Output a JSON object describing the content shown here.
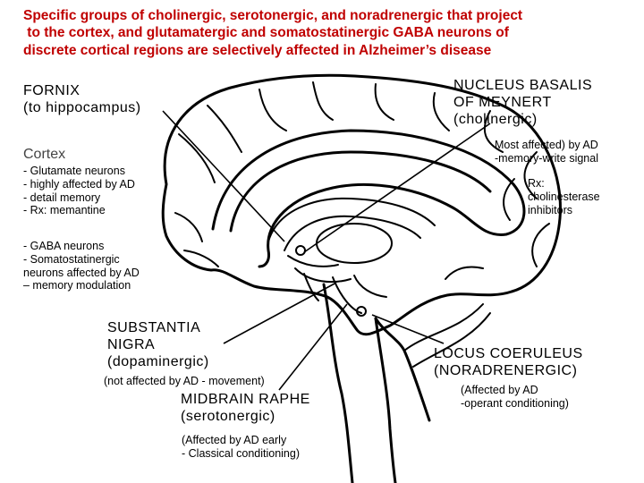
{
  "title": "Specific groups of cholinergic, serotonergic, and noradrenergic that project\n to the cortex, and glutamatergic and somatostatinergic GABA neurons of\ndiscrete cortical regions are selectively affected in Alzheimer’s disease",
  "labels": {
    "fornix": "FORNIX\n(to hippocampus)",
    "nbm": "NUCLEUS BASALIS\nOF MEYNERT\n(cholinergic)",
    "cortex": "Cortex",
    "glutamate": "- Glutamate neurons\n- highly affected by AD\n- detail memory\n- Rx: memantine",
    "gaba": "- GABA neurons\n- Somatostatinergic\nneurons affected by AD\n– memory modulation",
    "nbm_note": "Most affected) by AD\n-memory-write signal",
    "rx": "Rx:\ncholinesterase\ninhibitors",
    "substantia": "SUBSTANTIA\nNIGRA\n(dopaminergic)",
    "substantia_note": "(not affected by AD - movement)",
    "raphe": "MIDBRAIN RAPHE\n(serotonergic)",
    "raphe_note": "(Affected by AD early\n- Classical conditioning)",
    "locus": "LOCUS COERULEUS\n(NORADRENERGIC)",
    "locus_note": "(Affected by AD\n-operant conditioning)"
  },
  "colors": {
    "title": "#c00000",
    "line": "#000000"
  }
}
